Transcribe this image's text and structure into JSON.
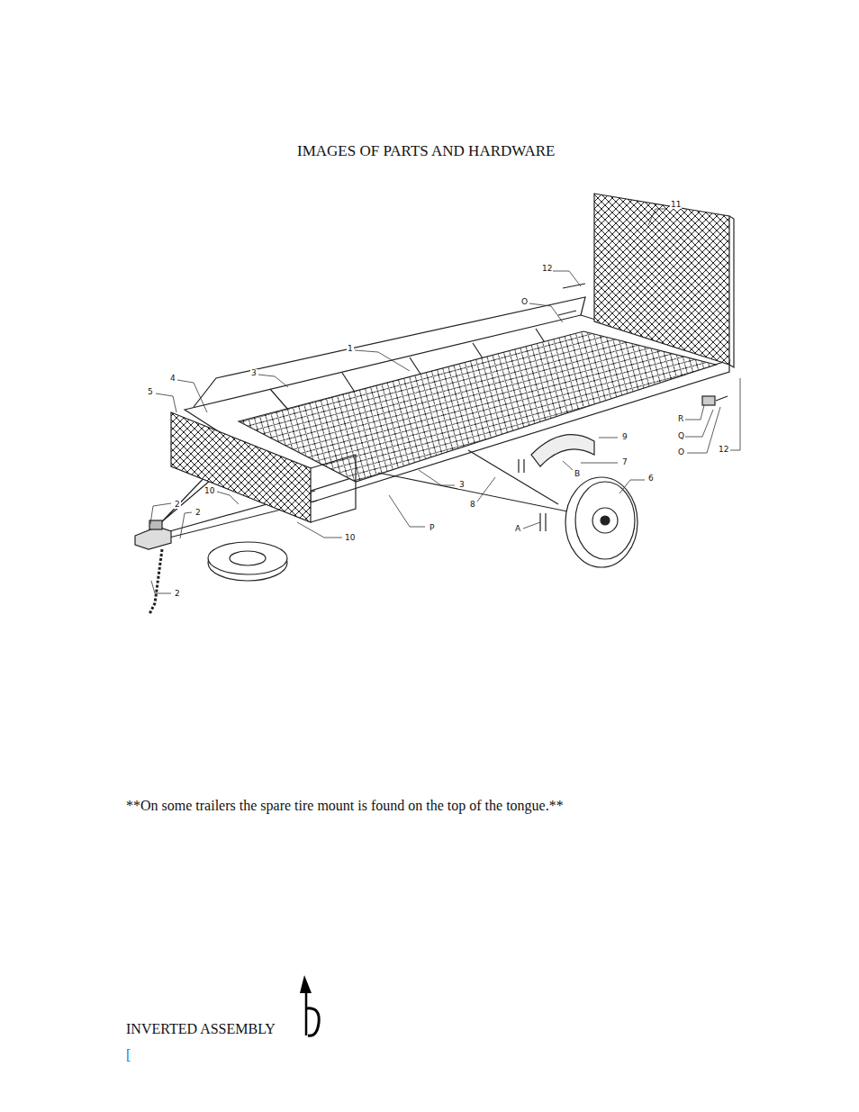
{
  "diagram": {
    "title": "IMAGES OF PARTS AND HARDWARE",
    "labels": [
      "11",
      "12",
      "O",
      "1",
      "3",
      "4",
      "5",
      "R",
      "Q",
      "O",
      "12",
      "9",
      "7",
      "3",
      "B",
      "6",
      "10",
      "2",
      "2",
      "8",
      "P",
      "A",
      "10",
      "2",
      "**On some trailers the spare tire mount is found on the top of the tongue.**",
      "INVERTED ASSEMBLY",
      "["
    ]
  }
}
